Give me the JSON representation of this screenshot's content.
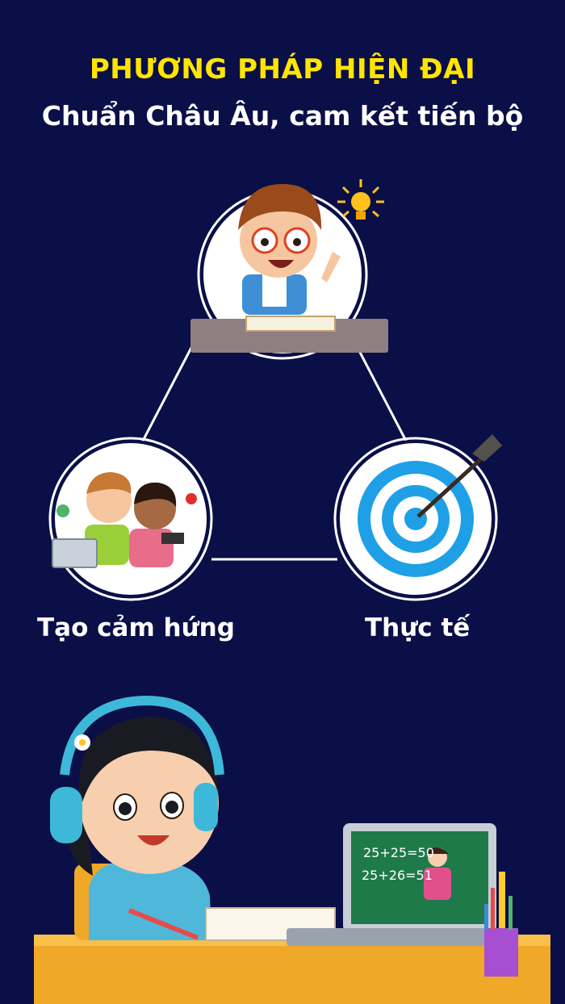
{
  "header": {
    "title": "PHƯƠNG PHÁP HIỆN ĐẠI",
    "subtitle": "Chuẩn Châu Âu, cam kết tiến bộ"
  },
  "labels": {
    "left": "Tạo cảm hứng",
    "right": "Thực tế"
  },
  "board": {
    "line1": "25+25=50",
    "line2": "25+26=51"
  },
  "colors": {
    "background": "#0b0f47",
    "title": "#ffe500",
    "text": "#ffffff",
    "target": "#1fa0e6"
  }
}
